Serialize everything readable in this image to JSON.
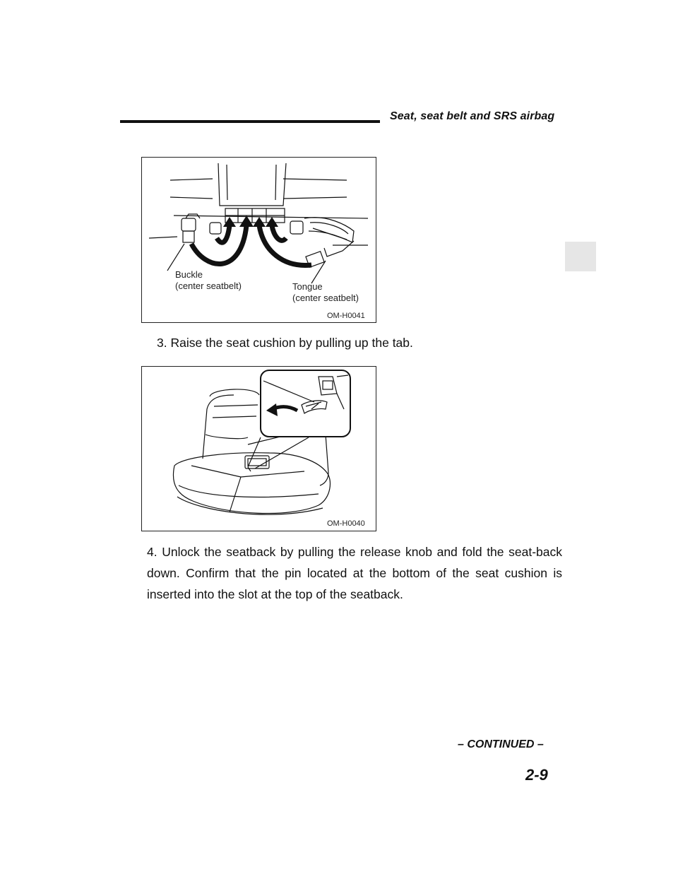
{
  "header": {
    "section_title": "Seat, seat belt and SRS airbag"
  },
  "figure1": {
    "buckle_label_line1": "Buckle",
    "buckle_label_line2": "(center seatbelt)",
    "tongue_label_line1": "Tongue",
    "tongue_label_line2": "(center seatbelt)",
    "code": "OM-H0041"
  },
  "step3": {
    "text": "3.  Raise the seat cushion by pulling up the tab."
  },
  "figure2": {
    "code": "OM-H0040"
  },
  "step4": {
    "text": "4.  Unlock the seatback by pulling the release knob and fold the seat-back down. Confirm that the pin located at the bottom of the seat cushion is inserted into the slot at the top of the seatback."
  },
  "footer": {
    "continued": "– CONTINUED –",
    "page_number": "2-9"
  }
}
